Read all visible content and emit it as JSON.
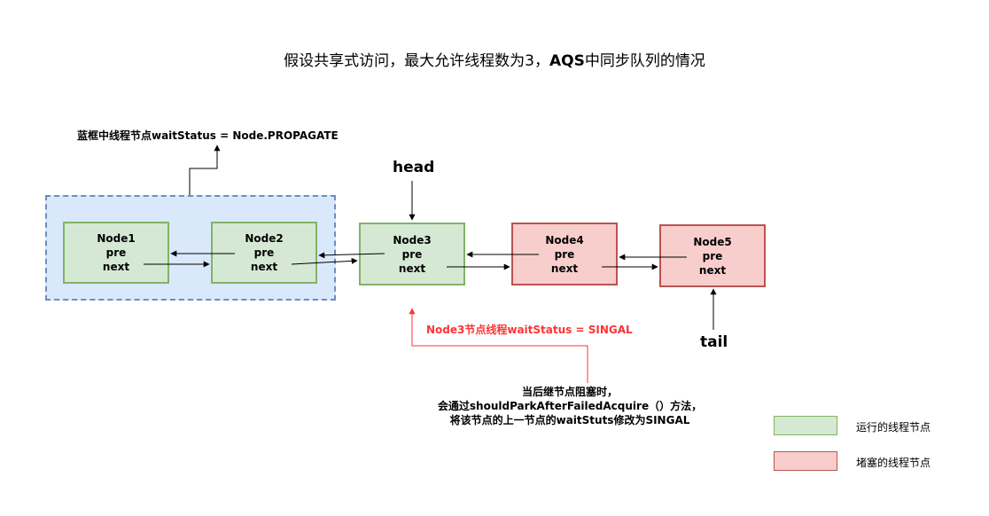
{
  "title": {
    "part1": "假设共享式访问，最大允许线程数为3，",
    "part2": "AQS",
    "part3": "中同步队列的情况"
  },
  "blue_box_label": "蓝框中线程节点waitStatus = Node.PROPAGATE",
  "head_label": "head",
  "tail_label": "tail",
  "nodes": [
    {
      "name": "Node1",
      "pre": "pre",
      "next": "next"
    },
    {
      "name": "Node2",
      "pre": "pre",
      "next": "next"
    },
    {
      "name": "Node3",
      "pre": "pre",
      "next": "next"
    },
    {
      "name": "Node4",
      "pre": "pre",
      "next": "next"
    },
    {
      "name": "Node5",
      "pre": "pre",
      "next": "next"
    }
  ],
  "node3_status_label": "Node3节点线程waitStatus = SINGAL",
  "note": {
    "line1": "当后继节点阻塞时，",
    "line2": "会通过shouldParkAfterFailedAcquire（）方法，",
    "line3": "将该节点的上一节点的waitStuts修改为SINGAL"
  },
  "legend": {
    "running": "运行的线程节点",
    "blocked": "堵塞的线程节点"
  },
  "colors": {
    "green_fill": "#d5e8d4",
    "green_stroke": "#82b366",
    "red_fill": "#f8cecc",
    "red_stroke": "#b85450",
    "blue_fill": "#dae8fc",
    "blue_stroke": "#6c8ebf",
    "annotation_red": "#ff3333"
  }
}
